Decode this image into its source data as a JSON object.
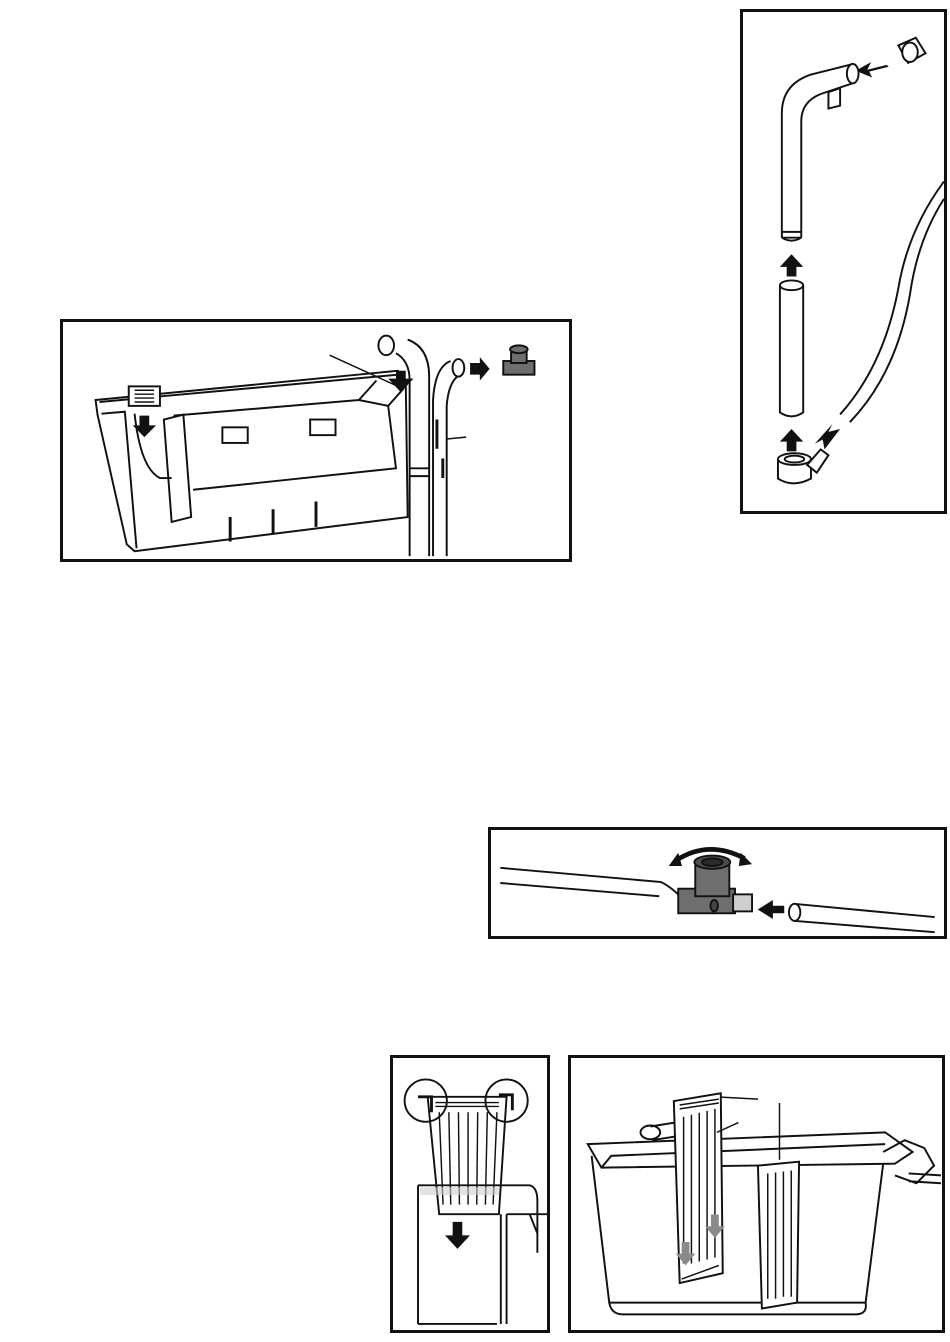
{
  "panels": [
    {
      "id": "tube-assembly",
      "caption": ""
    },
    {
      "id": "filter-box-mounting",
      "caption": ""
    },
    {
      "id": "flow-valve-adjustment",
      "caption": ""
    },
    {
      "id": "basket-insertion",
      "caption": ""
    },
    {
      "id": "divider-insertion",
      "caption": ""
    }
  ],
  "colors": {
    "line": "#111111",
    "paper": "#ffffff",
    "part_gray": "#6e6e6e",
    "shade": "#cfcfcf"
  }
}
